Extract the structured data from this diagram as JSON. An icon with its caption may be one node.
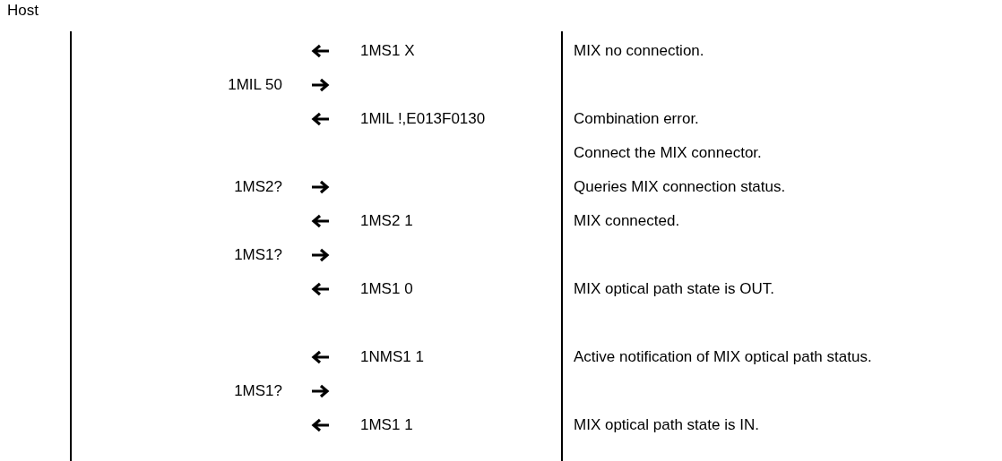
{
  "diagram": {
    "labels": [
      "Host",
      "1MS1 X",
      "MIX no connection.",
      "1MIL 50",
      "1MIL !,E013F0130",
      "Combination error.",
      "Connect the MIX connector.",
      "1MS2?",
      "Queries MIX connection status.",
      "1MS2 1",
      "MIX connected.",
      "1MS1?",
      "1MS1 0",
      "MIX optical path state is OUT.",
      "1NMS1 1",
      "Active notification of MIX optical path status.",
      "1MS1?",
      "1MS1 1",
      "MIX optical path state is IN."
    ]
  }
}
